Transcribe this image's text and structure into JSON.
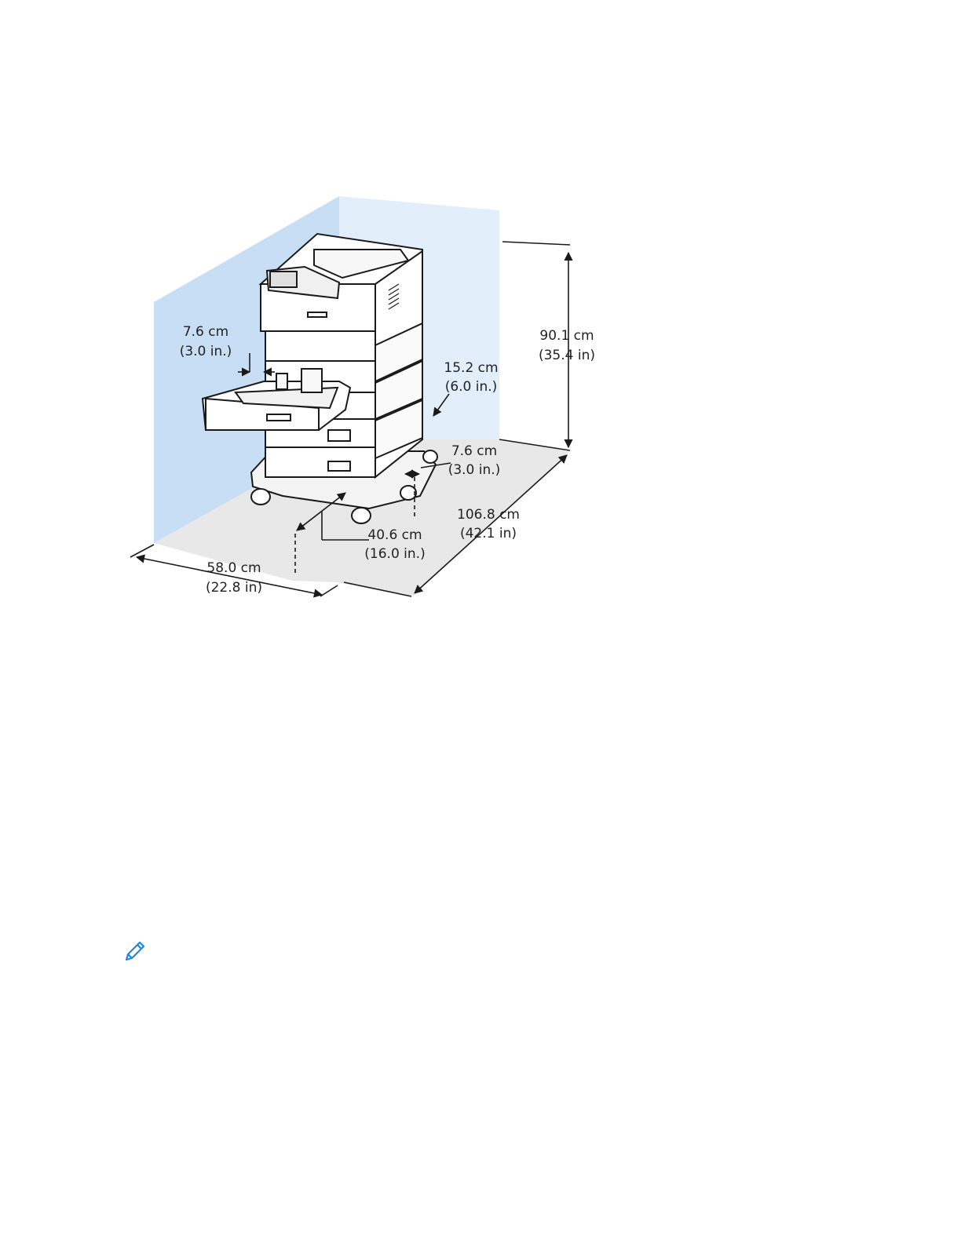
{
  "colors": {
    "wall": "#cfe3f7",
    "wall_light": "#e6f0fb",
    "floor": "#e6e6e6",
    "line": "#1a1a1a",
    "note_icon": "#1e88e5"
  },
  "icons": {
    "note": "pencil-icon"
  },
  "dimensions": {
    "side_clearance_left": {
      "cm": "7.6 cm",
      "in": "(3.0 in.)"
    },
    "rear_clearance": {
      "cm": "15.2 cm",
      "in": "(6.0 in.)"
    },
    "side_clearance_right": {
      "cm": "7.6 cm",
      "in": "(3.0 in.)"
    },
    "height": {
      "cm": "90.1 cm",
      "in": "(35.4 in)"
    },
    "depth": {
      "cm": "106.8 cm",
      "in": "(42.1 in)"
    },
    "front_clearance": {
      "cm": "40.6 cm",
      "in": "(16.0 in.)"
    },
    "width": {
      "cm": "58.0 cm",
      "in": "(22.8 in)"
    }
  }
}
